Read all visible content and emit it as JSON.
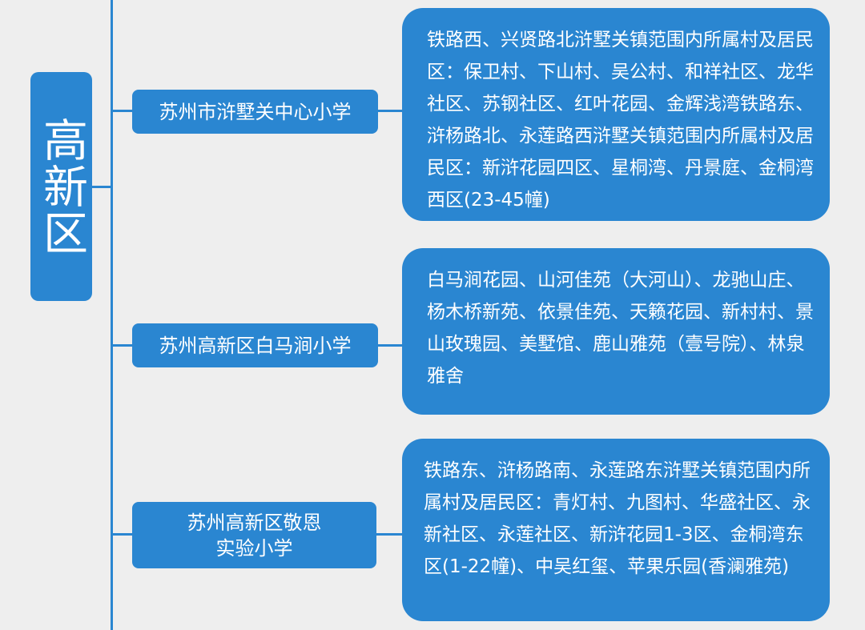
{
  "district": {
    "label": "高新区"
  },
  "schools": [
    {
      "name": "苏州市浒墅关中心小学",
      "area": "铁路西、兴贤路北浒墅关镇范围内所属村及居民区：保卫村、下山村、吴公村、和祥社区、龙华社区、苏钢社区、红叶花园、金辉浅湾铁路东、浒杨路北、永莲路西浒墅关镇范围内所属村及居民区：新浒花园四区、星桐湾、丹景庭、金桐湾西区(23-45幢)"
    },
    {
      "name": "苏州高新区白马涧小学",
      "area": "白马涧花园、山河佳苑（大河山）、龙驰山庄、杨木桥新苑、依景佳苑、天籁花园、新村村、景山玫瑰园、美墅馆、鹿山雅苑（壹号院）、林泉雅舍"
    },
    {
      "name": "苏州高新区敬恩\n实验小学",
      "area": "铁路东、浒杨路南、永莲路东浒墅关镇范围内所属村及居民区：青灯村、九图村、华盛社区、永新社区、永莲社区、新浒花园1-3区、金桐湾东区(1-22幢)、中吴红玺、苹果乐园(香澜雅苑)"
    }
  ],
  "colors": {
    "accent": "#2a86d1",
    "background": "#eeeeee",
    "text": "#ffffff"
  }
}
